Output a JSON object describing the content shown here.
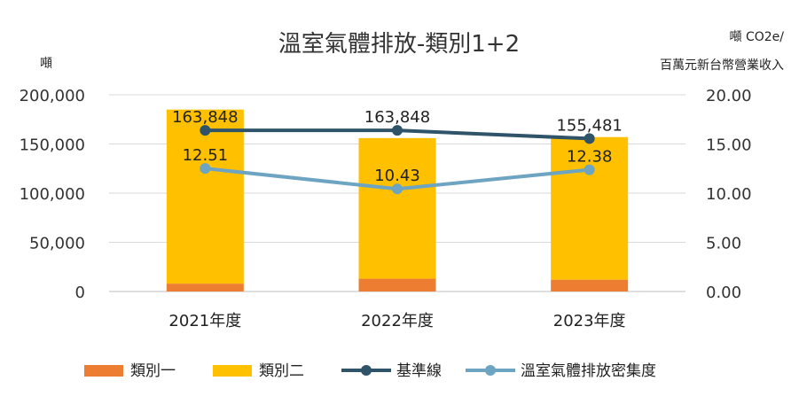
{
  "chart_data": {
    "type": "bar",
    "title": "溫室氣體排放-類別1+2",
    "y_left_unit": "噸",
    "y_right_unit_line1": "噸 CO2e/",
    "y_right_unit_line2": "百萬元新台幣營業收入",
    "categories": [
      "2021年度",
      "2022年度",
      "2023年度"
    ],
    "ylim_left": [
      0,
      200000
    ],
    "ylim_right": [
      0,
      20
    ],
    "left_ticks": [
      0,
      50000,
      100000,
      150000,
      200000
    ],
    "left_tick_labels": [
      "0",
      "50,000",
      "100,000",
      "150,000",
      "200,000"
    ],
    "right_ticks": [
      0,
      5,
      10,
      15,
      20
    ],
    "right_tick_labels": [
      "0.00",
      "5.00",
      "10.00",
      "15.00",
      "20.00"
    ],
    "grid": true,
    "legend_position": "bottom",
    "series": [
      {
        "name": "類別一",
        "kind": "stacked-bar",
        "axis": "left",
        "color": "#ED7D31",
        "values": [
          8000,
          13000,
          12000
        ]
      },
      {
        "name": "類別二",
        "kind": "stacked-bar",
        "axis": "left",
        "color": "#FFC000",
        "values": [
          177000,
          143000,
          145000
        ]
      },
      {
        "name": "基準線",
        "kind": "line",
        "axis": "left",
        "color": "#2F5368",
        "values": [
          163848,
          163848,
          155481
        ],
        "labels": [
          "163,848",
          "163,848",
          "155,481"
        ]
      },
      {
        "name": "溫室氣體排放密集度",
        "kind": "line",
        "axis": "right",
        "color": "#6CA4C2",
        "values": [
          12.51,
          10.43,
          12.38
        ],
        "labels": [
          "12.51",
          "10.43",
          "12.38"
        ]
      }
    ]
  }
}
